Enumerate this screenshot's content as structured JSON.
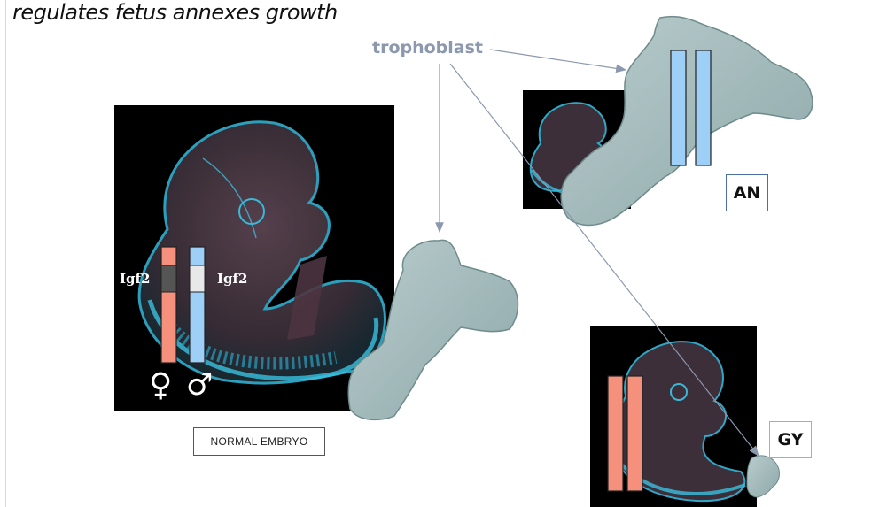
{
  "title": "regulates fetus annexes growth",
  "trophoblast_label": "trophoblast",
  "normal": {
    "caption": "NORMAL EMBRYO",
    "gene_left": "Igf2",
    "gene_right": "Igf2",
    "female_symbol": "♀",
    "male_symbol": "♂"
  },
  "androgenetic": {
    "label": "AN"
  },
  "gynogenetic": {
    "label": "GY"
  },
  "colors": {
    "maternal": "#f4907c",
    "paternal": "#9dcff7",
    "placenta": "#9fb7b8",
    "label_an_border": "#4a6fa5",
    "label_gy_border": "#e58bc1",
    "arrow": "#8b98ae"
  }
}
